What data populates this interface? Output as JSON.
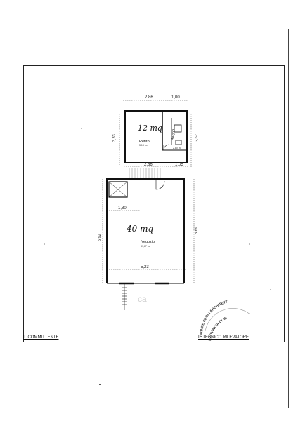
{
  "dimensions": {
    "top_a": "2,86",
    "top_b": "1,00",
    "left_upper": "3,33",
    "right_upper": "2,62",
    "middle": "2,86",
    "middle_right": "1,05",
    "left_lower": "5,92",
    "right_lower": "3,69",
    "bottom": "5,23",
    "inner": "1,80"
  },
  "rooms": {
    "retiro": {
      "name": "Retiro",
      "area": "5,18 m²",
      "handwritten": "12 mq"
    },
    "bagno": {
      "name": "Bagno",
      "area": "2,80 m²"
    },
    "negozio": {
      "name": "Negozio",
      "area": "39,67 m²",
      "handwritten": "40 mq"
    }
  },
  "signatures": {
    "committente": "IL COMMITTENTE",
    "tecnico": "IL TECNICO RILEVATORE"
  },
  "stamp": {
    "line1": "ORDINE DEGLI ARCHITETTI",
    "line2": "PROVINCIA DI MI"
  },
  "watermark": "ca",
  "colors": {
    "ink": "#222222",
    "wall": "#111111"
  }
}
